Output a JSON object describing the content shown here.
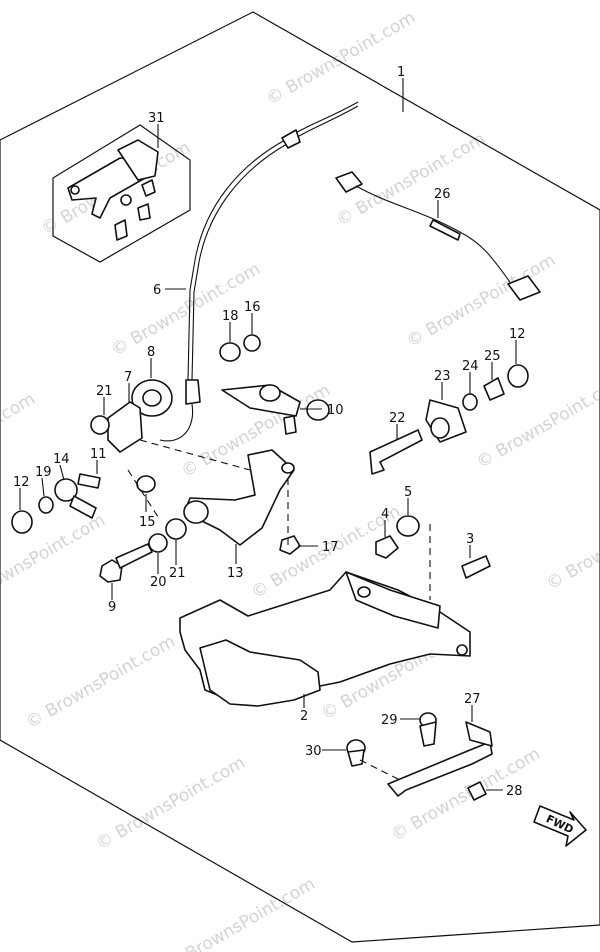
{
  "watermark": "© BrownsPoint.com",
  "callouts": {
    "p1": "1",
    "p2": "2",
    "p3": "3",
    "p4": "4",
    "p5": "5",
    "p6": "6",
    "p8": "8",
    "p7": "7",
    "p9": "9",
    "p10": "10",
    "p11": "11",
    "p12a": "12",
    "p12b": "12",
    "p13": "13",
    "p14": "14",
    "p15": "15",
    "p16": "16",
    "p17": "17",
    "p18": "18",
    "p19": "19",
    "p20": "20",
    "p21a": "21",
    "p21b": "21",
    "p22": "22",
    "p23": "23",
    "p24": "24",
    "p25": "25",
    "p26": "26",
    "p27": "27",
    "p28": "28",
    "p29": "29",
    "p30": "30",
    "p31": "31"
  },
  "fwd_label": "FWD"
}
